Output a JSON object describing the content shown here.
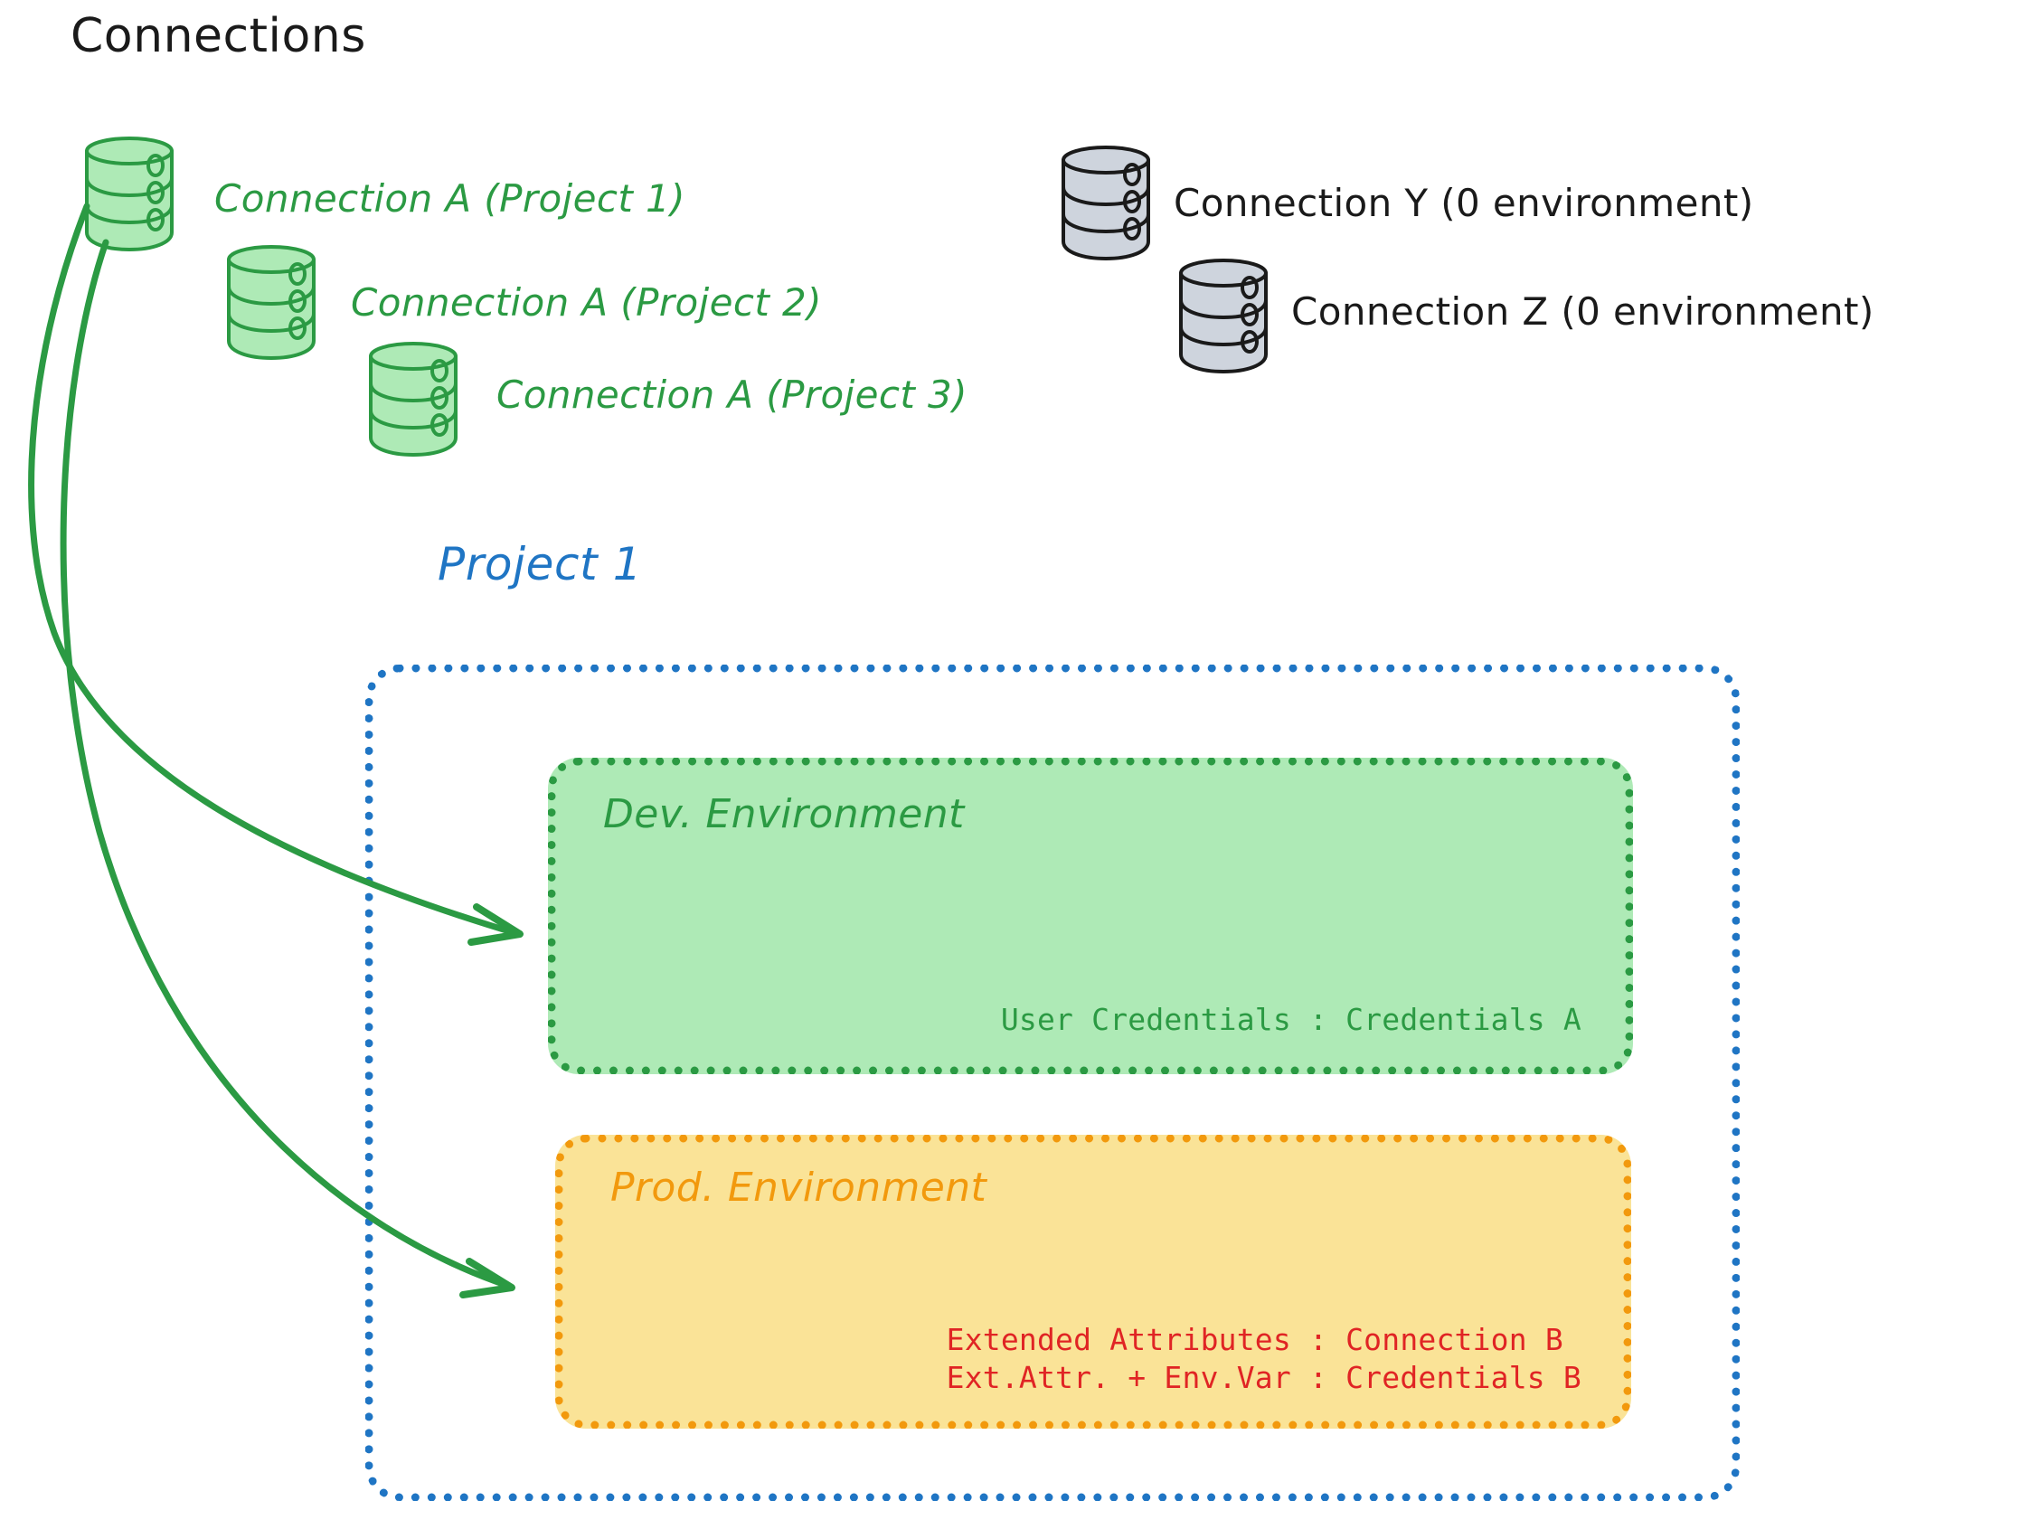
{
  "header": {
    "title": "Connections"
  },
  "project_connections": [
    {
      "id": "conn-a-p1",
      "label": "Connection A (Project 1)",
      "color": "#2b9a43",
      "icon": "database-icon"
    },
    {
      "id": "conn-a-p2",
      "label": "Connection A (Project 2)",
      "color": "#2b9a43",
      "icon": "database-icon"
    },
    {
      "id": "conn-a-p3",
      "label": "Connection A (Project 3)",
      "color": "#2b9a43",
      "icon": "database-icon"
    }
  ],
  "orphan_connections": [
    {
      "id": "conn-y",
      "label": "Connection Y (0 environment)",
      "color": "#1a1a1a",
      "icon": "database-icon"
    },
    {
      "id": "conn-z",
      "label": "Connection Z (0 environment)",
      "color": "#1a1a1a",
      "icon": "database-icon"
    }
  ],
  "project": {
    "title": "Project 1",
    "color": "#1f75c4",
    "environments": [
      {
        "id": "dev",
        "title": "Dev. Environment",
        "fill": "#aeeab6",
        "border": "#2b9a43",
        "text_color": "#2b9a43",
        "entries": [
          "User Credentials : Credentials A"
        ]
      },
      {
        "id": "prod",
        "title": "Prod. Environment",
        "fill": "#fae397",
        "border": "#f2990d",
        "text_color": "#e02424",
        "entries": [
          "Extended Attributes : Connection B",
          "Ext.Attr. + Env.Var : Credentials B"
        ]
      }
    ]
  },
  "arrows": [
    {
      "id": "arrow-to-dev",
      "from": "conn-a-p1",
      "to": "dev",
      "color": "#2b9a43"
    },
    {
      "id": "arrow-to-prod",
      "from": "conn-a-p1",
      "to": "prod",
      "color": "#2b9a43"
    }
  ]
}
